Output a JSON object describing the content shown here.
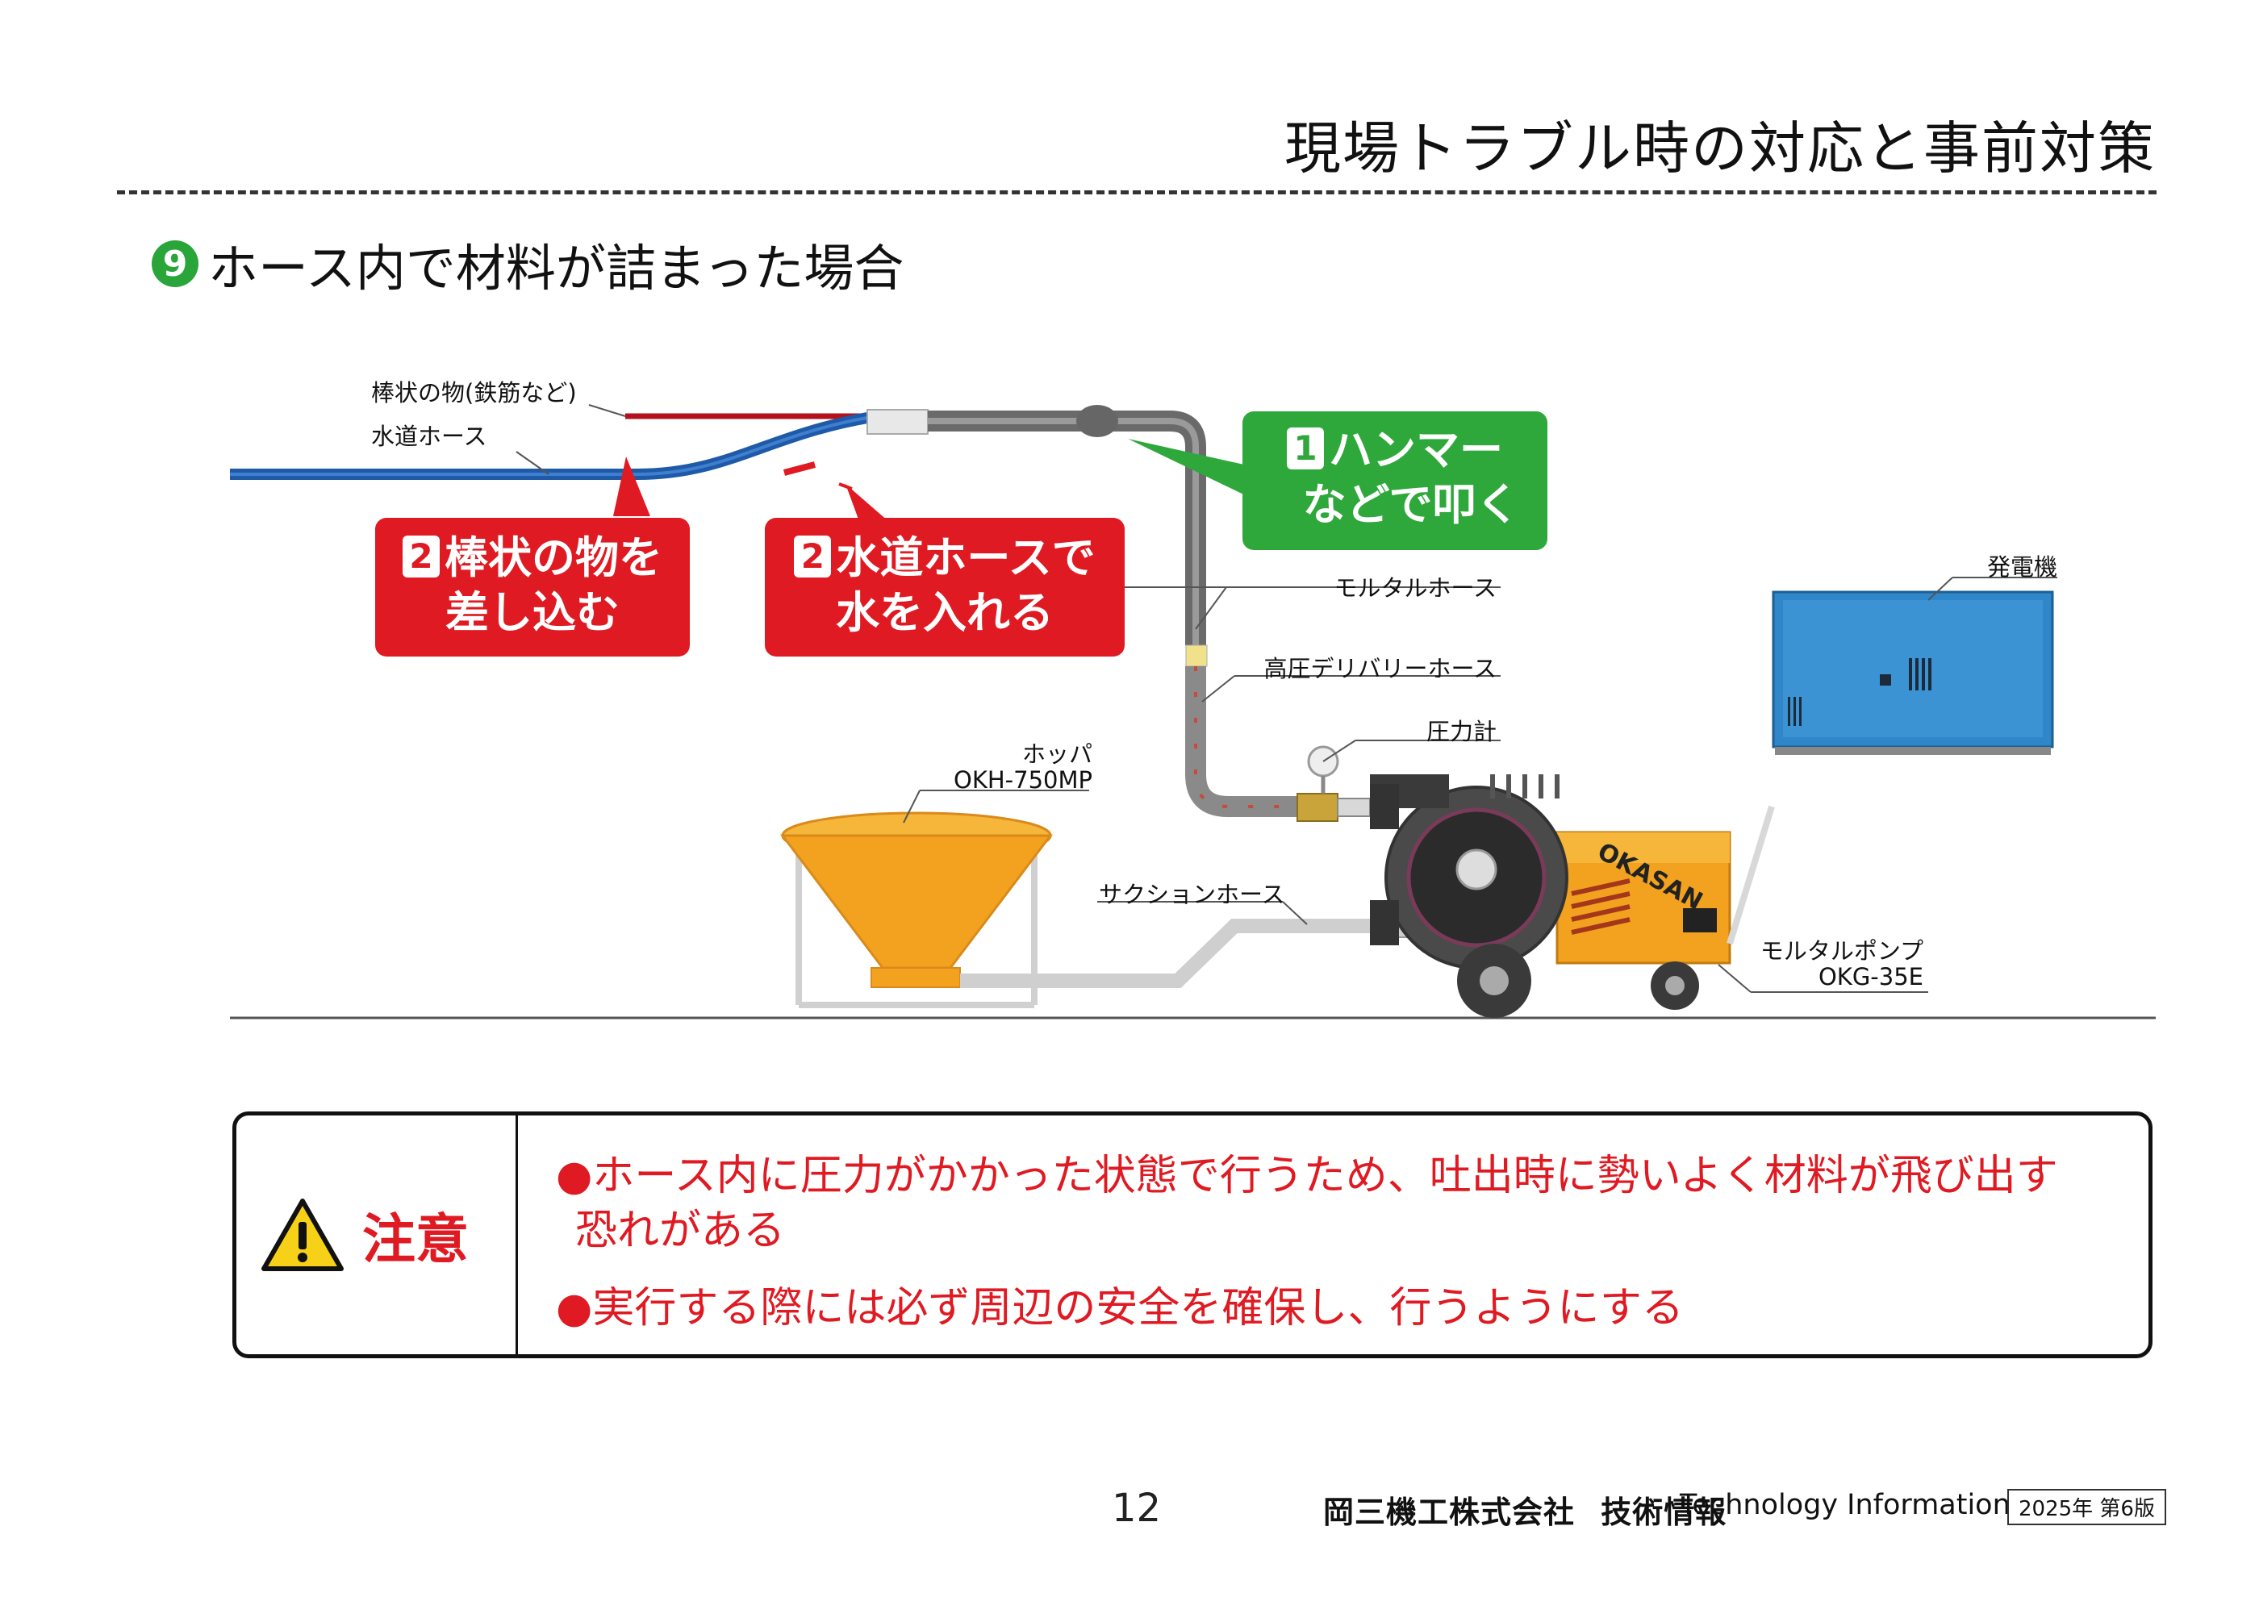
{
  "header": {
    "title": "現場トラブル時の対応と事前対策"
  },
  "section": {
    "number": "9",
    "title": "ホース内で材料が詰まった場合"
  },
  "diagram": {
    "labels": {
      "rod": "棒状の物(鉄筋など)",
      "water_hose": "水道ホース",
      "mortar_hose": "モルタルホース",
      "high_pressure_hose": "高圧デリバリーホース",
      "pressure_gauge": "圧力計",
      "hopper_name": "ホッパ",
      "hopper_model": "OKH-750MP",
      "suction_hose": "サクションホース",
      "generator": "発電機",
      "pump_name": "モルタルポンプ",
      "pump_model": "OKG-35E",
      "pump_brand": "OKASAN"
    },
    "callouts": {
      "hammer": {
        "number": "1",
        "line1": "ハンマー",
        "line2": "などで叩く"
      },
      "rod": {
        "number": "2",
        "line1": "棒状の物を",
        "line2": "差し込む"
      },
      "water": {
        "number": "2",
        "line1": "水道ホースで",
        "line2": "水を入れる"
      }
    }
  },
  "caution": {
    "label": "注意",
    "items": [
      {
        "line1": "●ホース内に圧力がかかった状態で行うため、吐出時に勢いよく材料が飛び出す",
        "line2": "恐れがある"
      },
      {
        "line1": "●実行する際には必ず周辺の安全を確保し、行うようにする"
      }
    ]
  },
  "footer": {
    "page_number": "12",
    "company": "岡三機工株式会社",
    "tech_info_jp": "技術情報",
    "tech_info_en": "Technology Information",
    "edition": "2025年 第6版"
  },
  "colors": {
    "red": "#e01a22",
    "green": "#2ea83a",
    "blue_hose": "#1f5aa8",
    "pump_orange": "#f2a21e",
    "generator_blue": "#2f86c9"
  }
}
